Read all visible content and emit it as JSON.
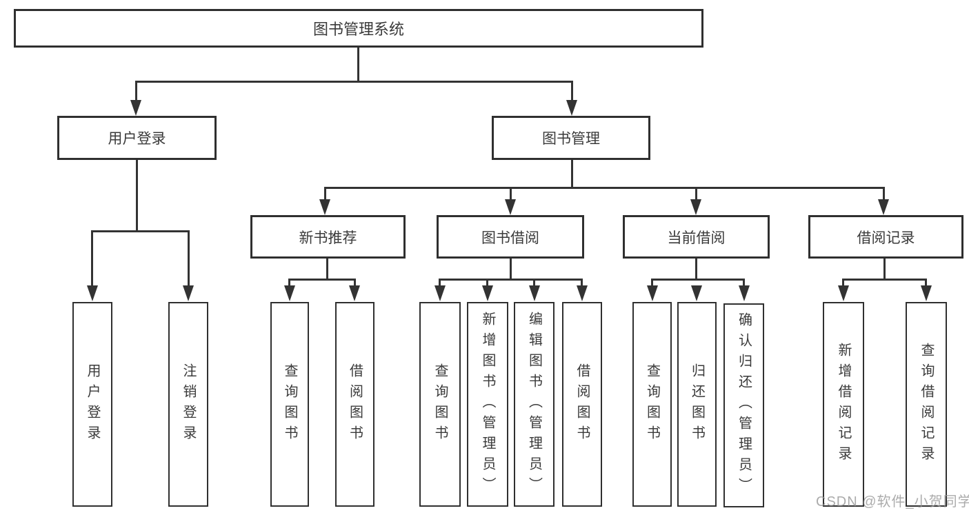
{
  "diagram": {
    "title": "图书管理系统",
    "root": "图书管理系统",
    "level2": [
      {
        "label": "用户登录"
      },
      {
        "label": "图书管理"
      }
    ],
    "level3": [
      {
        "label": "新书推荐",
        "parent": "图书管理"
      },
      {
        "label": "图书借阅",
        "parent": "图书管理"
      },
      {
        "label": "当前借阅",
        "parent": "图书管理"
      },
      {
        "label": "借阅记录",
        "parent": "图书管理"
      }
    ],
    "leaves": [
      {
        "label": "用户登录",
        "parent": "用户登录"
      },
      {
        "label": "注销登录",
        "parent": "用户登录"
      },
      {
        "label": "查询图书",
        "parent": "新书推荐"
      },
      {
        "label": "借阅图书",
        "parent": "新书推荐"
      },
      {
        "label": "查询图书",
        "parent": "图书借阅"
      },
      {
        "label": "新增图书（管理员）",
        "parent": "图书借阅"
      },
      {
        "label": "编辑图书（管理员）",
        "parent": "图书借阅"
      },
      {
        "label": "借阅图书",
        "parent": "图书借阅"
      },
      {
        "label": "查询图书",
        "parent": "当前借阅"
      },
      {
        "label": "归还图书",
        "parent": "当前借阅"
      },
      {
        "label": "确认归还（管理员）",
        "parent": "当前借阅"
      },
      {
        "label": "新增借阅记录",
        "parent": "借阅记录"
      },
      {
        "label": "查询借阅记录",
        "parent": "借阅记录"
      }
    ]
  },
  "colors": {
    "line": "#333333",
    "box_border": "#2f2f2f",
    "text": "#3a3a3a",
    "watermark": "#969696",
    "background": "#ffffff"
  },
  "watermark": {
    "text": "CSDN @软件_小贺同学"
  }
}
